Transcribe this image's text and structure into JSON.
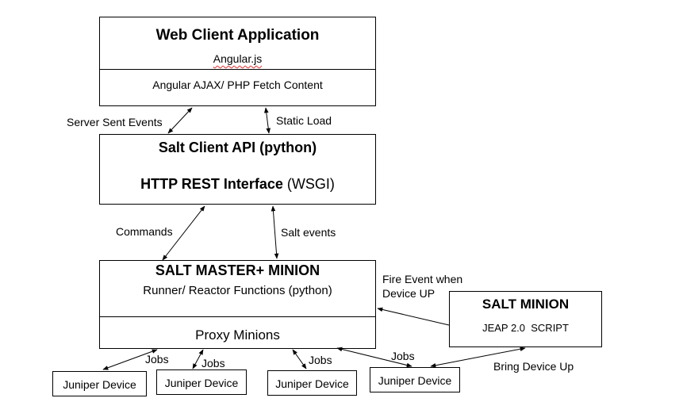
{
  "web_client": {
    "title": "Web Client Application",
    "subtitle": "Angular.js",
    "lower": "Angular AJAX/ PHP Fetch Content"
  },
  "salt_api": {
    "line1": "Salt Client API (python)",
    "line2_bold": "HTTP REST Interface",
    "line2_normal": " (WSGI)"
  },
  "master": {
    "title": "SALT MASTER+ MINION",
    "subtitle": "Runner/ Reactor Functions (python)",
    "lower": "Proxy Minions"
  },
  "minion": {
    "title": "SALT MINION",
    "subtitle": "JEAP 2.0  SCRIPT"
  },
  "devices": [
    "Juniper Device",
    "Juniper Device",
    "Juniper Device",
    "Juniper Device"
  ],
  "labels": {
    "sse": "Server Sent Events",
    "static_load": "Static Load",
    "commands": "Commands",
    "salt_events": "Salt events",
    "fire_event_1": "Fire Event when",
    "fire_event_2": "Device UP",
    "jobs": "Jobs",
    "bring_up": "Bring Device Up"
  }
}
